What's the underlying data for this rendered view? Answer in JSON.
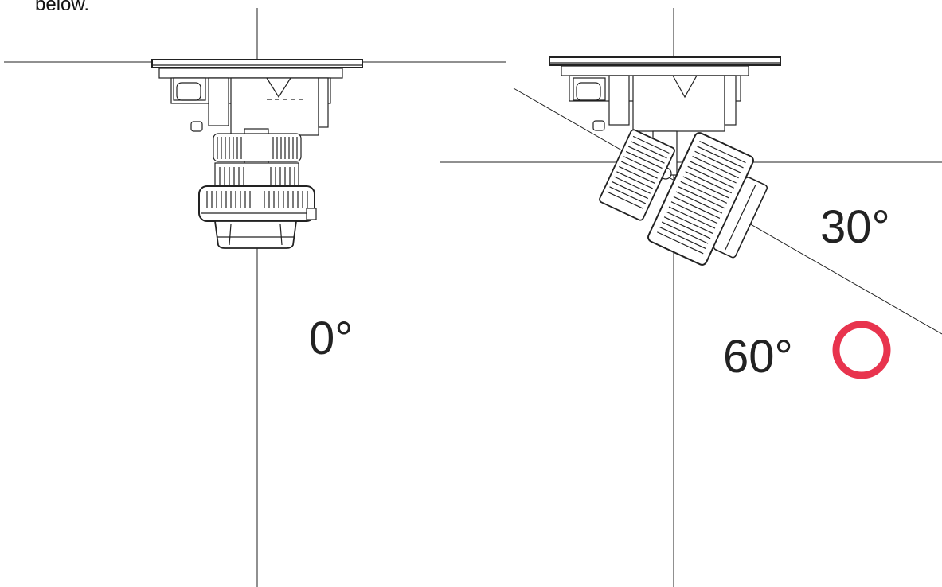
{
  "top_text": "below.",
  "labels": {
    "angle_0": "0°",
    "angle_30": "30°",
    "angle_60": "60°"
  },
  "colors": {
    "line": "#222222",
    "mark_ok": "#e8344e"
  },
  "mark": {
    "icon": "circle-ok-icon",
    "meaning": "ok"
  }
}
